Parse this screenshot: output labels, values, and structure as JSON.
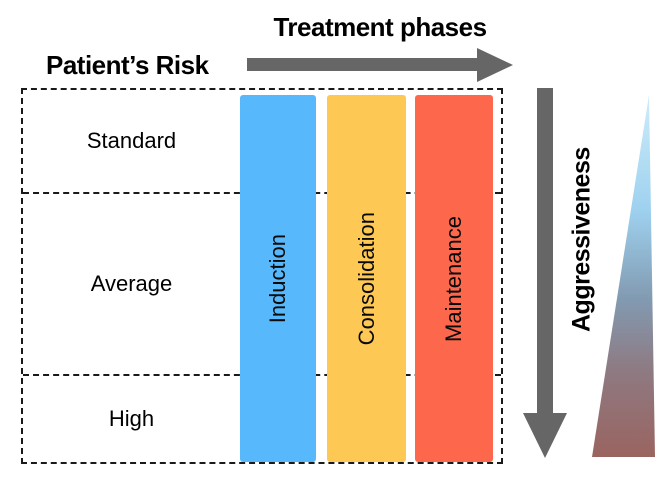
{
  "titles": {
    "risk": "Patient’s Risk",
    "phases": "Treatment phases"
  },
  "risk_rows": [
    {
      "label": "Standard"
    },
    {
      "label": "Average"
    },
    {
      "label": "High"
    }
  ],
  "phase_bars": [
    {
      "label": "Induction",
      "color": "#57B8FB"
    },
    {
      "label": "Consolidation",
      "color": "#FDC854"
    },
    {
      "label": "Maintenance",
      "color": "#FD684C"
    }
  ],
  "aggressiveness": {
    "label": "Aggressiveness"
  },
  "colors": {
    "arrow": "#666666",
    "table_border": "#1a1a1a",
    "gradient_top": "#cdecfa",
    "gradient_upper": "#9ed1ef",
    "gradient_middle": "#829bb2",
    "gradient_lower": "#8e7a82",
    "gradient_bottom": "#9a6460"
  }
}
